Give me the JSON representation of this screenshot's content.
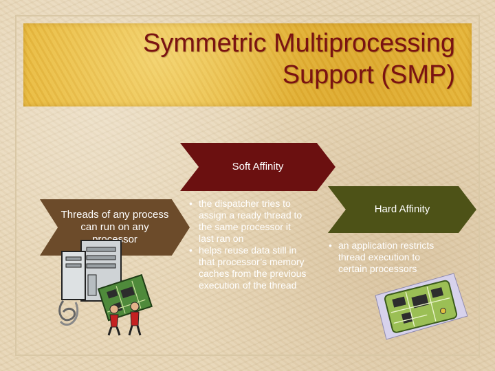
{
  "title": {
    "line1": "Symmetric Multiprocessing",
    "line2": "Support (SMP)"
  },
  "soft_affinity": {
    "label": "Soft Affinity",
    "bullets": [
      "the dispatcher tries to assign a ready thread to the same processor it last ran on",
      "helps reuse data still in that processor’s memory caches from the previous execution of the thread"
    ]
  },
  "threads": {
    "label": "Threads of any process can run on any processor"
  },
  "hard_affinity": {
    "label": "Hard Affinity",
    "bullets": [
      "an application restricts thread execution to certain processors"
    ]
  },
  "colors": {
    "title_text": "#7a1212",
    "soft_chevron": "#6b1010",
    "threads_chevron": "#6c4b2a",
    "hard_chevron": "#4d5217"
  },
  "icons": {
    "left_clipart": "computer-people-circuit-clipart",
    "right_clipart": "circuit-board-clipart"
  }
}
